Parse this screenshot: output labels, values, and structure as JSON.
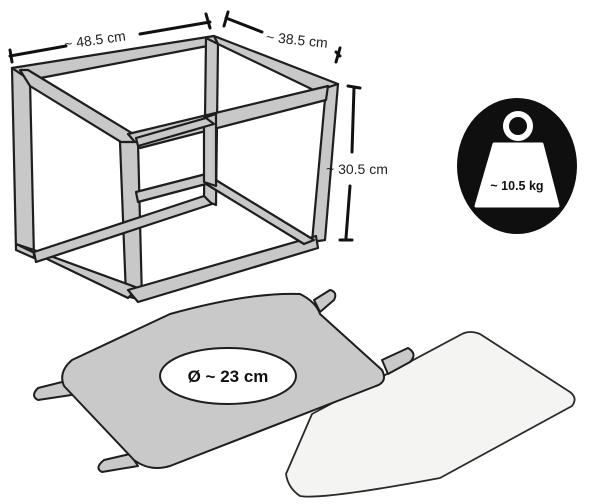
{
  "dimensions": {
    "width": "~ 48.5 cm",
    "depth": "~ 38.5 cm",
    "height": "~ 30.5 cm"
  },
  "weight": {
    "label": "~ 10.5 kg",
    "icon": "weight-icon"
  },
  "hole": {
    "label": "Ø ~ 23 cm"
  },
  "colors": {
    "frame_fill": "#c8c8c8",
    "frame_stroke": "#1e1e1e",
    "mat_fill": "#c9c9c9",
    "pad_fill": "#f4f4f2",
    "badge": "#0f0f0f"
  }
}
